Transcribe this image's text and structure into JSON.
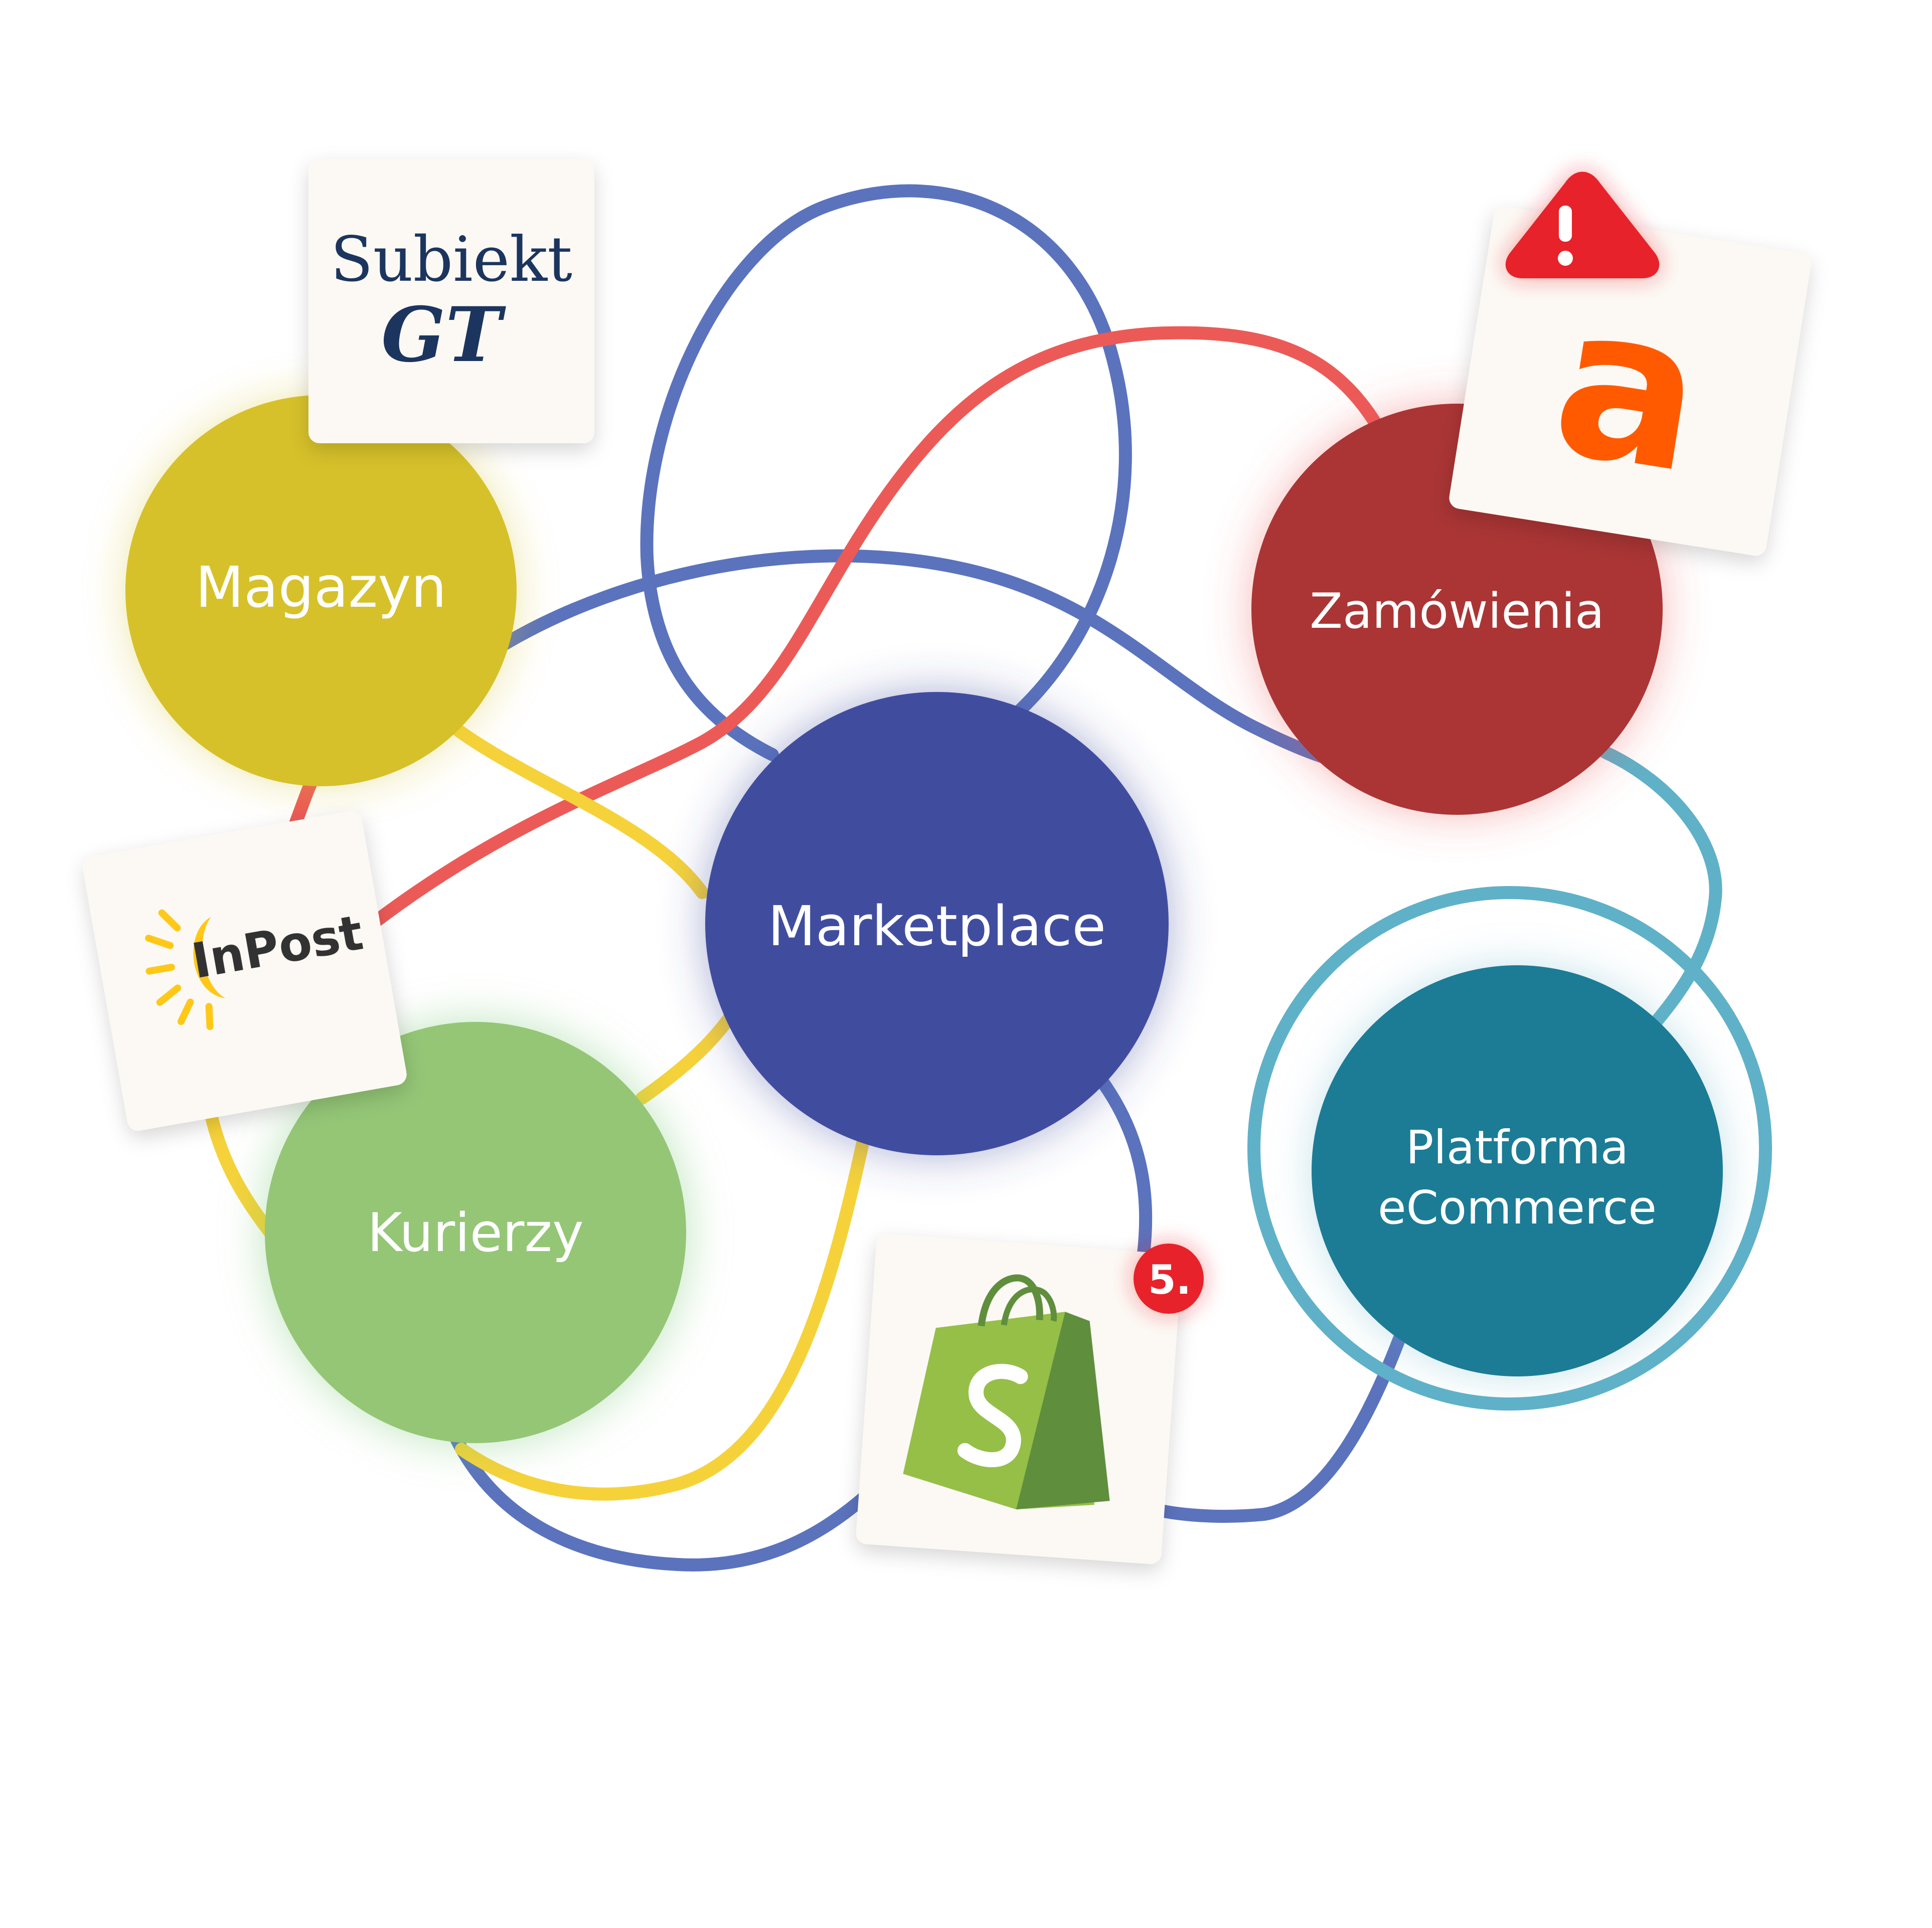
{
  "colors": {
    "background": "#ffffff",
    "card_bg": "#fcf9f4",
    "line_blue": "#5b73bd",
    "line_red": "#ec5a57",
    "line_yellow": "#f6d23a",
    "line_teal": "#5fb1c8",
    "node_marketplace": "#414d9f",
    "node_magazyn": "#d6c12a",
    "node_zamowienia": "#ab3434",
    "node_kurierzy": "#94c676",
    "node_platforma": "#1b7b96",
    "alert_red": "#e8222b",
    "allegro_orange": "#ff5a00",
    "subiekt_navy": "#1c355e",
    "inpost_yellow": "#ffc815",
    "shopify_green": "#95bf47",
    "shopify_dark": "#5e8e3e"
  },
  "nodes": {
    "marketplace": "Marketplace",
    "magazyn": "Magazyn",
    "zamowienia": "Zamówienia",
    "kurierzy": "Kurierzy",
    "platforma_line1": "Platforma",
    "platforma_line2": "eCommerce"
  },
  "logos": {
    "subiekt_word": "Subiekt",
    "subiekt_gt": "GT",
    "inpost": "InPost",
    "allegro": "a"
  },
  "badges": {
    "step_number": "5.",
    "alert_icon": "warning-triangle-icon"
  },
  "icons": [
    "subiekt-gt-logo-icon",
    "allegro-logo-icon",
    "inpost-logo-icon",
    "shopify-logo-icon",
    "warning-triangle-icon"
  ]
}
